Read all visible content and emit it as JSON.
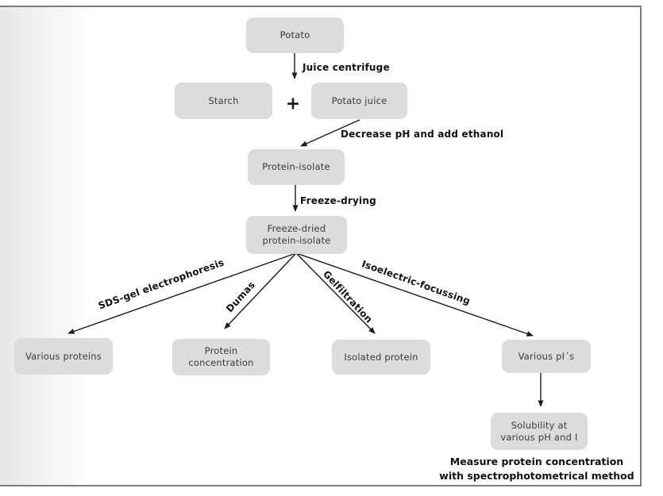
{
  "colors": {
    "box_fill": "#dcdcdc",
    "box_text": "#3a3a3a",
    "arrow_line": "#1a1a1a",
    "frame_border": "#7d7d7d",
    "background": "#ffffff"
  },
  "diagram": {
    "nodes": {
      "potato": {
        "label": "Potato"
      },
      "starch": {
        "label": "Starch"
      },
      "potato_juice": {
        "label": "Potato juice"
      },
      "protein_isolate": {
        "label": "Protein-isolate"
      },
      "freeze_dried": {
        "lines": [
          "Freeze-dried",
          "protein-isolate"
        ]
      },
      "various_proteins": {
        "label": "Various proteins"
      },
      "protein_concentration": {
        "lines": [
          "Protein",
          "concentration"
        ]
      },
      "isolated_protein": {
        "label": "Isolated protein"
      },
      "various_pis": {
        "label": "Various pI´s"
      },
      "solubility": {
        "lines": [
          "Solubility at",
          "various pH and I"
        ]
      }
    },
    "plus_sign": "+",
    "edge_labels": {
      "juice_centrifuge": "Juice centrifuge",
      "decrease_ph": "Decrease pH and add ethanol",
      "freeze_drying": "Freeze-drying",
      "sds_gel": "SDS-gel electrophoresis",
      "dumas": "Dumas",
      "gelfiltration": "Gelfiltration",
      "isoelectric": "Isoelectric-focussing"
    },
    "note": {
      "line1": "Measure protein concentration",
      "line2": "with spectrophotometrical method"
    }
  }
}
